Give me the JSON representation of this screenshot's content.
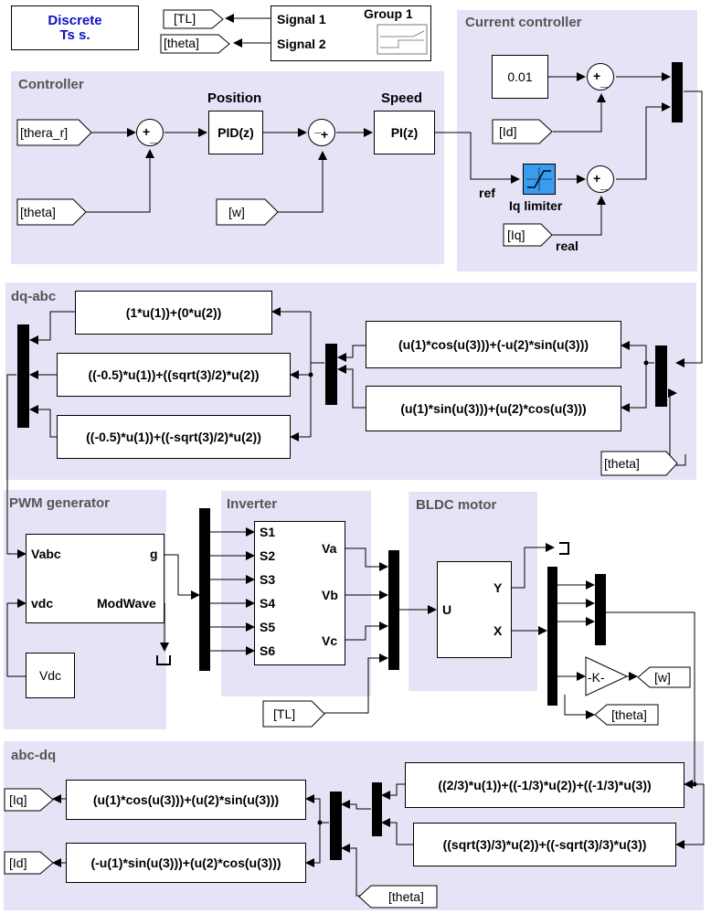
{
  "header": {
    "solver_line1": "Discrete",
    "solver_line2": "Ts s.",
    "scope_input_tl": "[TL]",
    "scope_input_theta": "[theta]",
    "scope_signal1": "Signal 1",
    "scope_signal2": "Signal 2",
    "scope_group": "Group 1"
  },
  "controller": {
    "title": "Controller",
    "theta_r_tag": "[thera_r]",
    "theta_tag": "[theta]",
    "w_tag": "[w]",
    "position_label": "Position",
    "speed_label": "Speed",
    "pid_block": "PID(z)",
    "pi_block": "PI(z)"
  },
  "current_controller": {
    "title": "Current controller",
    "const_value": "0.01",
    "id_tag": "[Id]",
    "iq_tag": "[Iq]",
    "ref_label": "ref",
    "real_label": "real",
    "limiter_label": "Iq limiter"
  },
  "dq_abc": {
    "title": "dq-abc",
    "fcn_a": "(1*u(1))+(0*u(2))",
    "fcn_b": "((-0.5)*u(1))+((sqrt(3)/2)*u(2))",
    "fcn_c": "((-0.5)*u(1))+((-sqrt(3)/2)*u(2))",
    "fcn_alpha": "(u(1)*cos(u(3)))+(-u(2)*sin(u(3)))",
    "fcn_beta": "(u(1)*sin(u(3)))+(u(2)*cos(u(3)))",
    "theta_tag": "[theta]"
  },
  "pwm": {
    "title": "PWM generator",
    "port_vabc": "Vabc",
    "port_vdc": "vdc",
    "port_g": "g",
    "port_modwave": "ModWave",
    "vdc_block": "Vdc"
  },
  "inverter": {
    "title": "Inverter",
    "inputs": [
      "S1",
      "S2",
      "S3",
      "S4",
      "S5",
      "S6"
    ],
    "out_va": "Va",
    "out_vb": "Vb",
    "out_vc": "Vc",
    "tl_tag": "[TL]"
  },
  "motor": {
    "title": "BLDC motor",
    "port_u": "U",
    "port_y": "Y",
    "port_x": "X",
    "gain": "-K-",
    "w_tag": "[w]",
    "theta_tag": "[theta]"
  },
  "abc_dq": {
    "title": "abc-dq",
    "fcn_alpha": "((2/3)*u(1))+((-1/3)*u(2))+((-1/3)*u(3))",
    "fcn_beta": "((sqrt(3)/3)*u(2))+((-sqrt(3)/3)*u(3))",
    "fcn_q": "(u(1)*cos(u(3)))+(u(2)*sin(u(3)))",
    "fcn_d": "(-u(1)*sin(u(3)))+(u(2)*cos(u(3)))",
    "iq_tag": "[Iq]",
    "id_tag": "[Id]",
    "theta_tag": "[theta]"
  }
}
